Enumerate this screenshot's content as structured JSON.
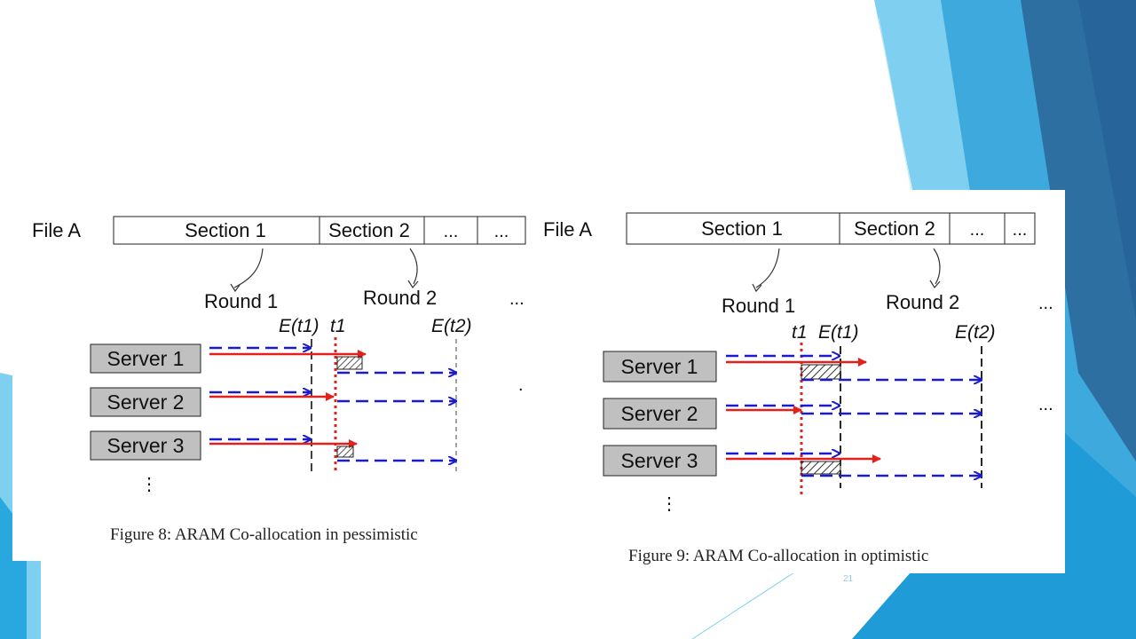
{
  "slide": {
    "number": "21"
  },
  "figures": [
    {
      "file_label": "File A",
      "sections": [
        "Section 1",
        "Section 2",
        "...",
        "..."
      ],
      "rounds": [
        "Round 1",
        "Round 2",
        "..."
      ],
      "markers": [
        "E(t1)",
        "t1",
        "E(t2)"
      ],
      "servers": [
        "Server 1",
        "Server 2",
        "Server 3"
      ],
      "vertical_ellipsis": "⋮",
      "extra_dots": ".",
      "caption": "Figure 8: ARAM Co-allocation in pessimistic"
    },
    {
      "file_label": "File A",
      "sections": [
        "Section 1",
        "Section 2",
        "...",
        "..."
      ],
      "rounds": [
        "Round 1",
        "Round 2",
        "..."
      ],
      "markers": [
        "t1",
        "E(t1)",
        "E(t2)"
      ],
      "servers": [
        "Server 1",
        "Server 2",
        "Server 3"
      ],
      "vertical_ellipsis": "⋮",
      "extra_dots": "...",
      "caption": "Figure 9: ARAM Co-allocation in optimistic"
    }
  ],
  "colors": {
    "red_arrow": "#e3201b",
    "blue_dash": "#1a1ad0",
    "server_box": "#c0c0c0",
    "accent_blue": "#29a8e0"
  }
}
